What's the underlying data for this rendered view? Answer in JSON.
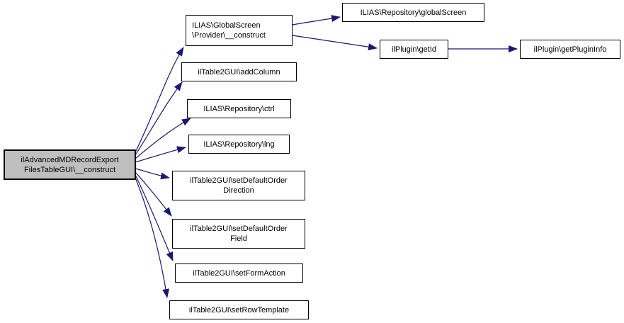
{
  "diagram_type": "doxygen-call-graph",
  "colors": {
    "edge": "#191970",
    "node_border": "#000000",
    "node_fill": "#ffffff",
    "focus_node_fill": "#bfbfbf",
    "background": "#ffffff"
  },
  "nodes": {
    "main": {
      "line1": "ilAdvancedMDRecordExport",
      "line2": "FilesTableGUI\\__construct"
    },
    "provider_construct": {
      "line1": "ILIAS\\GlobalScreen",
      "line2": "\\Provider\\__construct"
    },
    "add_column": {
      "label": "ilTable2GUI\\addColumn"
    },
    "ctrl": {
      "label": "ILIAS\\Repository\\ctrl"
    },
    "lng": {
      "label": "ILIAS\\Repository\\lng"
    },
    "set_default_order_direction": {
      "line1": "ilTable2GUI\\setDefaultOrder",
      "line2": "Direction"
    },
    "set_default_order_field": {
      "line1": "ilTable2GUI\\setDefaultOrder",
      "line2": "Field"
    },
    "set_form_action": {
      "label": "ilTable2GUI\\setFormAction"
    },
    "set_row_template": {
      "label": "ilTable2GUI\\setRowTemplate"
    },
    "global_screen": {
      "label": "ILIAS\\Repository\\globalScreen"
    },
    "get_id": {
      "label": "ilPlugin\\getId"
    },
    "get_plugin_info": {
      "label": "ilPlugin\\getPluginInfo"
    }
  },
  "edges": [
    {
      "from": "main",
      "to": "provider_construct"
    },
    {
      "from": "main",
      "to": "add_column"
    },
    {
      "from": "main",
      "to": "ctrl"
    },
    {
      "from": "main",
      "to": "lng"
    },
    {
      "from": "main",
      "to": "set_default_order_direction"
    },
    {
      "from": "main",
      "to": "set_default_order_field"
    },
    {
      "from": "main",
      "to": "set_form_action"
    },
    {
      "from": "main",
      "to": "set_row_template"
    },
    {
      "from": "provider_construct",
      "to": "global_screen"
    },
    {
      "from": "provider_construct",
      "to": "get_id"
    },
    {
      "from": "get_id",
      "to": "get_plugin_info"
    }
  ]
}
